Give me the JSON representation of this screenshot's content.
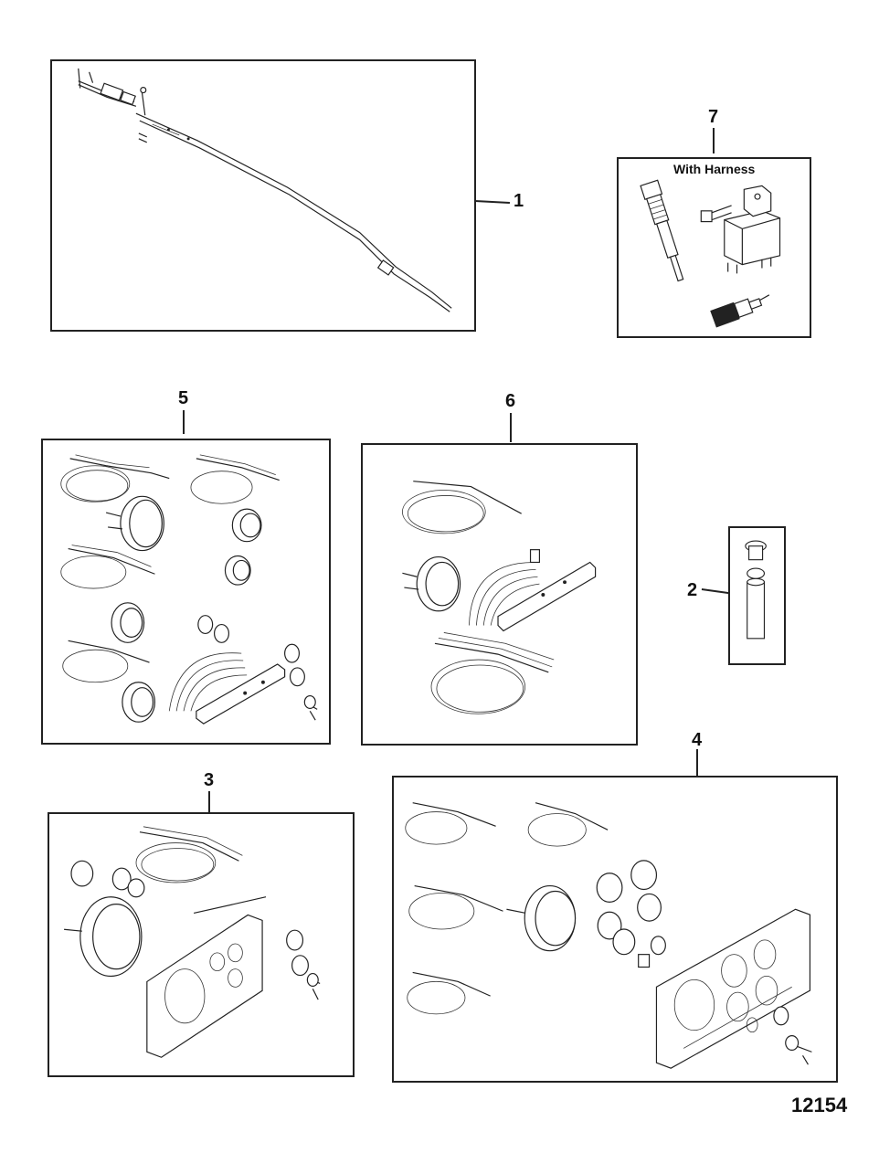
{
  "callouts": {
    "item1": "1",
    "item2": "2",
    "item3": "3",
    "item4": "4",
    "item5": "5",
    "item6": "6",
    "item7": "7"
  },
  "item7_caption": "With Harness",
  "figure_number": "12154"
}
